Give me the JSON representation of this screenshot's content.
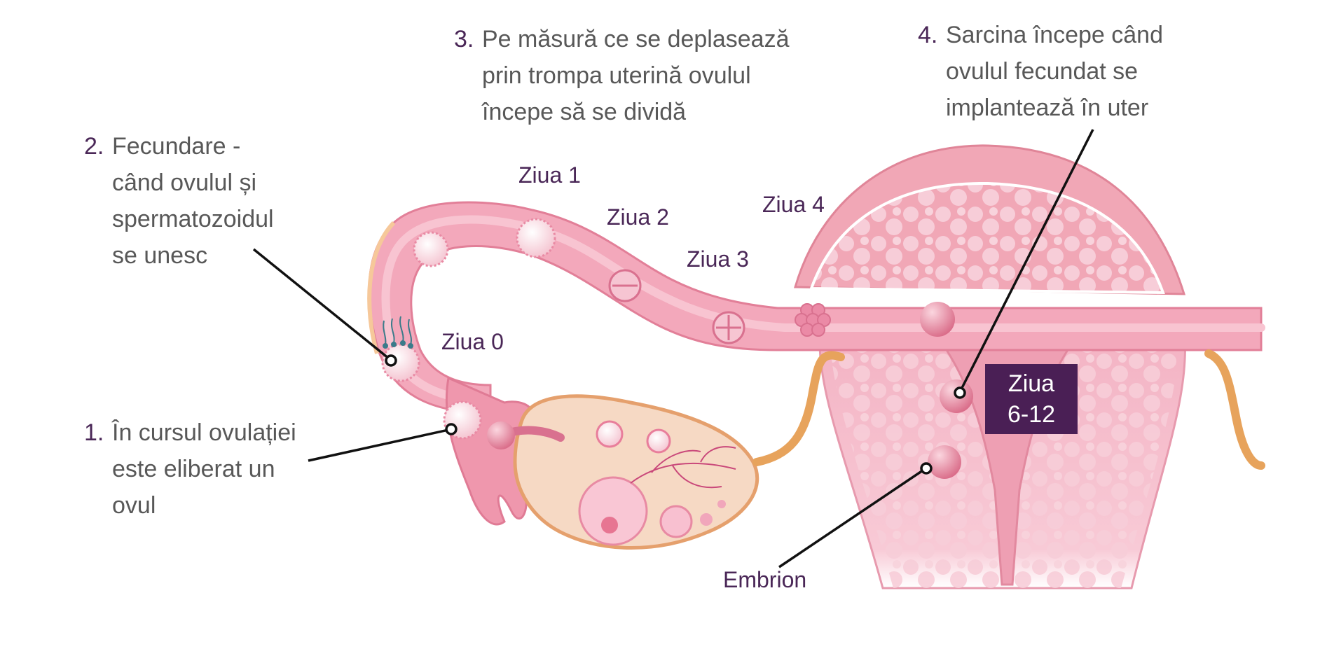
{
  "steps": [
    {
      "number": "1.",
      "lines": [
        "În cursul ovulației",
        "este eliberat un",
        "ovul"
      ]
    },
    {
      "number": "2.",
      "lines": [
        "Fecundare -",
        "când ovulul și",
        "spermatozoidul",
        "se unesc"
      ]
    },
    {
      "number": "3.",
      "lines": [
        "Pe măsură ce se deplasează",
        "prin trompa uterină ovulul",
        "începe să se dividă"
      ]
    },
    {
      "number": "4.",
      "lines": [
        "Sarcina începe când",
        "ovulul fecundat se",
        "implantează în uter"
      ]
    }
  ],
  "days": {
    "day0": "Ziua 0",
    "day1": "Ziua 1",
    "day2": "Ziua 2",
    "day3": "Ziua 3",
    "day4": "Ziua 4",
    "day6_12_line1": "Ziua",
    "day6_12_line2": "6-12"
  },
  "embryo_label": "Embrion",
  "colors": {
    "number": "#4a2757",
    "caption": "#585858",
    "label_box": "#4a1f55",
    "tissue": "#f0a6bc",
    "tissue_dark": "#d9718f",
    "ovary": "#f7dcc6",
    "tube_outline": "#e7a35c"
  }
}
